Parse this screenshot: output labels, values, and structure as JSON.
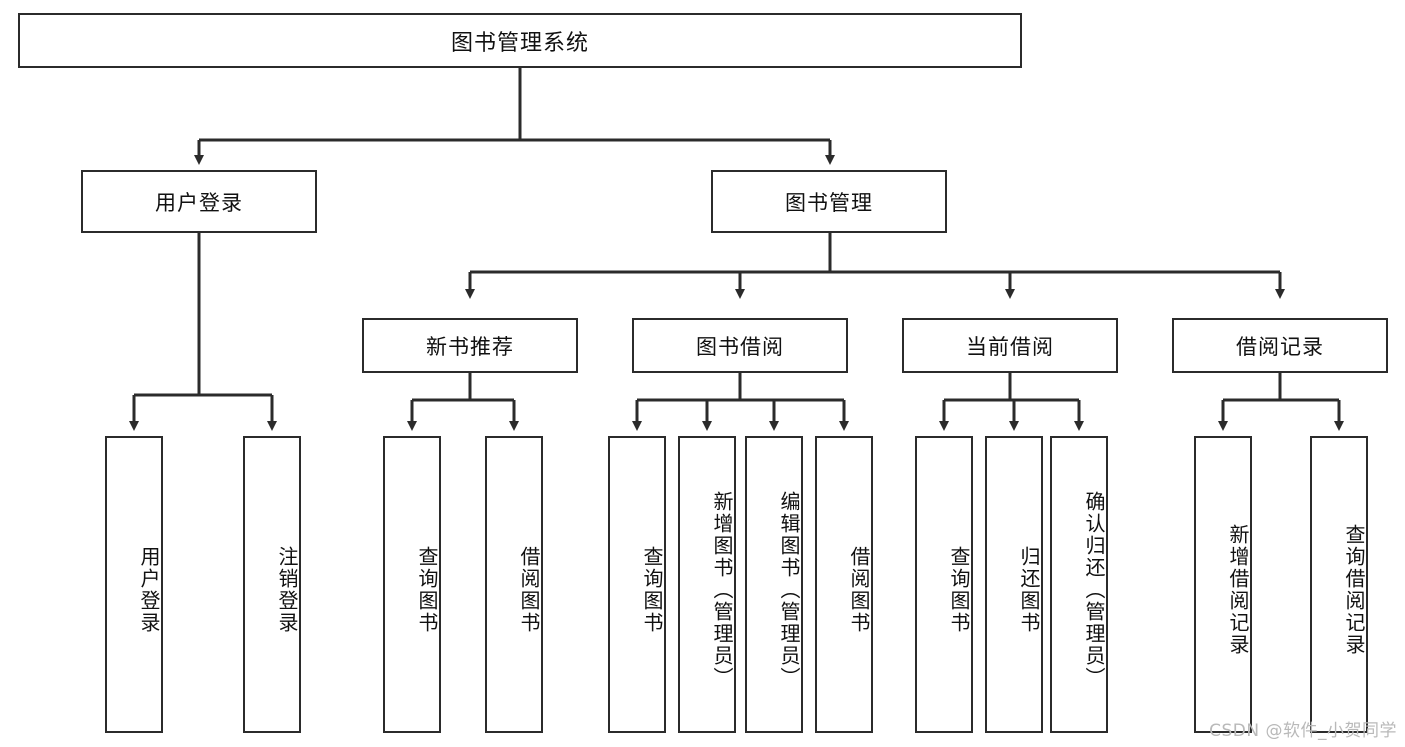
{
  "diagram": {
    "title": "图书管理系统",
    "type": "hierarchy-tree",
    "root": {
      "label": "图书管理系统"
    },
    "level2": [
      {
        "label": "用户登录"
      },
      {
        "label": "图书管理"
      }
    ],
    "level3": [
      {
        "label": "新书推荐"
      },
      {
        "label": "图书借阅"
      },
      {
        "label": "当前借阅"
      },
      {
        "label": "借阅记录"
      }
    ],
    "leaves": {
      "user_login": [
        {
          "label": "用户登录"
        },
        {
          "label": "注销登录"
        }
      ],
      "new_book_recommend": [
        {
          "label": "查询图书"
        },
        {
          "label": "借阅图书"
        }
      ],
      "book_borrow": [
        {
          "label": "查询图书"
        },
        {
          "label": "新增图书（管理员）"
        },
        {
          "label": "编辑图书（管理员）"
        },
        {
          "label": "借阅图书"
        }
      ],
      "current_borrow": [
        {
          "label": "查询图书"
        },
        {
          "label": "归还图书"
        },
        {
          "label": "确认归还（管理员）"
        }
      ],
      "borrow_record": [
        {
          "label": "新增借阅记录"
        },
        {
          "label": "查询借阅记录"
        }
      ]
    }
  },
  "watermark": {
    "text": "CSDN @软件_小贺同学"
  },
  "colors": {
    "border": "#2b2b2b",
    "background": "#ffffff",
    "text": "#111111",
    "watermark": "#b9b9b9"
  }
}
